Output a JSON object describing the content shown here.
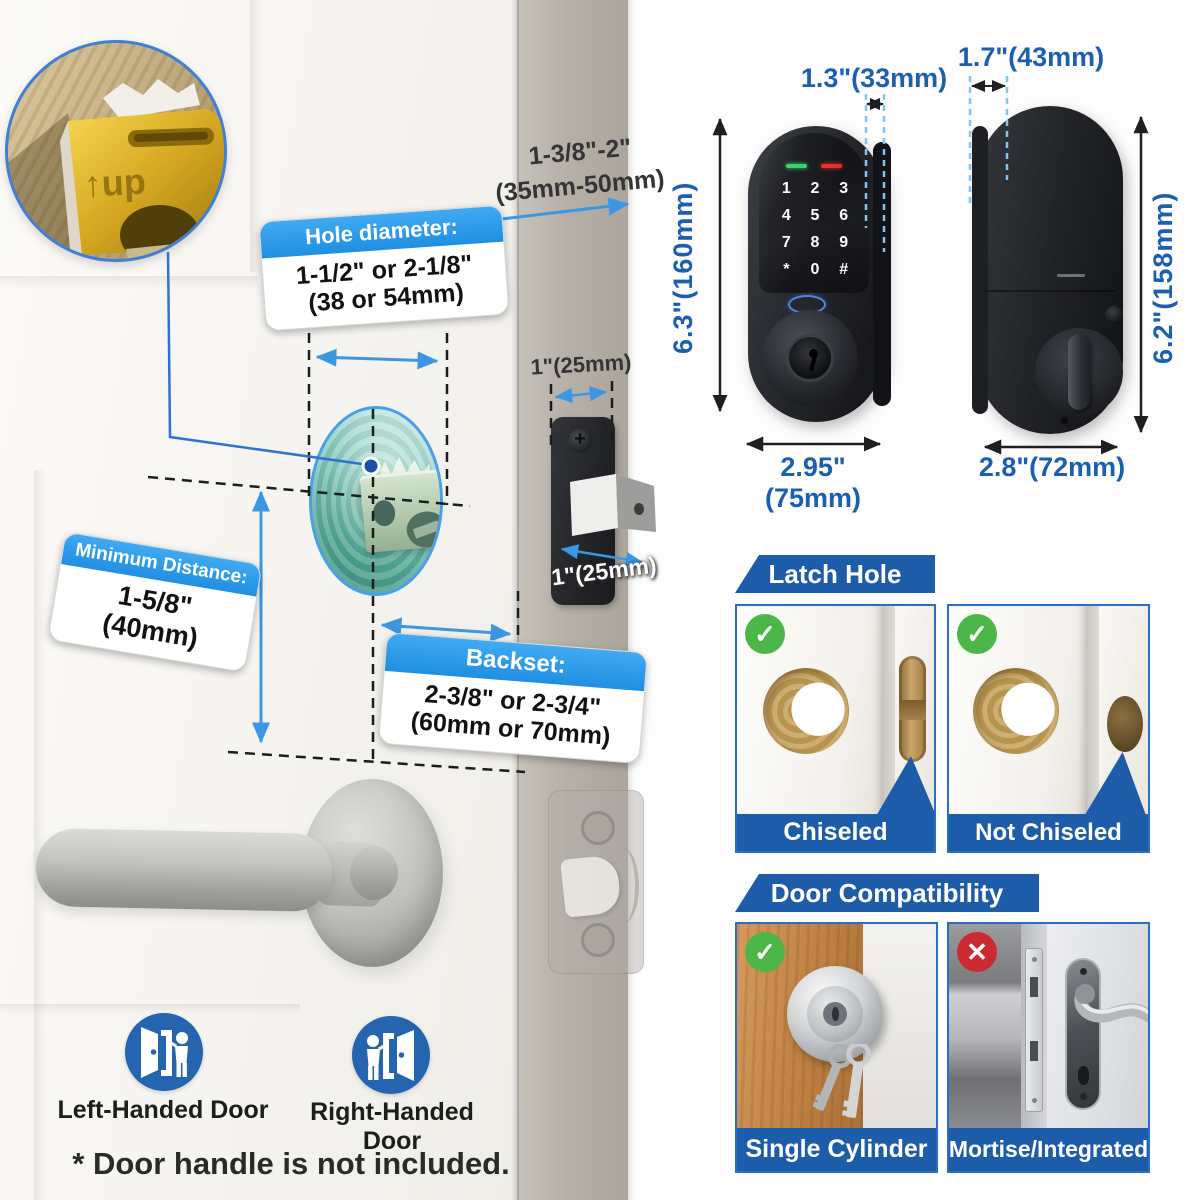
{
  "inset": {
    "latch_text": "↑up"
  },
  "door_measurements": {
    "thickness_in": "1-3/8\"-2\"",
    "thickness_mm": "(35mm-50mm)",
    "hole_diameter_title": "Hole diameter:",
    "hole_diameter_in": "1-1/2\" or 2-1/8\"",
    "hole_diameter_mm": "(38 or 54mm)",
    "min_distance_title": "Minimum Distance:",
    "min_distance_in": "1-5/8\"",
    "min_distance_mm": "(40mm)",
    "backset_title": "Backset:",
    "backset_in": "2-3/8\" or 2-3/4\"",
    "backset_mm": "(60mm or 70mm)",
    "faceplate_width": "1\"(25mm)",
    "bolt_throw": "1\"(25mm)"
  },
  "front_lock": {
    "depth": "1.3\"(33mm)",
    "height": "6.3\"(160mm)",
    "width": "2.95\"(75mm)",
    "keys": [
      "1",
      "2",
      "3",
      "4",
      "5",
      "6",
      "7",
      "8",
      "9",
      "*",
      "0",
      "#"
    ]
  },
  "rear_lock": {
    "depth": "1.7\"(43mm)",
    "height": "6.2\"(158mm)",
    "width": "2.8\"(72mm)"
  },
  "latch_hole": {
    "title": "Latch Hole",
    "cards": [
      {
        "label": "Chiseled",
        "status": "check"
      },
      {
        "label": "Not Chiseled",
        "status": "check"
      }
    ]
  },
  "door_compatibility": {
    "title": "Door Compatibility",
    "cards": [
      {
        "label": "Single Cylinder",
        "status": "check"
      },
      {
        "label": "Mortise/Integrated",
        "status": "cross"
      }
    ]
  },
  "door_handing": {
    "left_label": "Left-Handed Door",
    "right_label": "Right-Handed Door"
  },
  "note": "* Door handle is not included.",
  "icons": {
    "check": "✓",
    "cross": "✕"
  },
  "colors": {
    "callout_header_blue": "#2196e8",
    "banner_blue": "#1d5ca9",
    "dimension_text_blue": "#1c5fae",
    "arrow_blue": "#3b97e3",
    "check_green": "#4cb648",
    "cross_red": "#cb2b30"
  }
}
